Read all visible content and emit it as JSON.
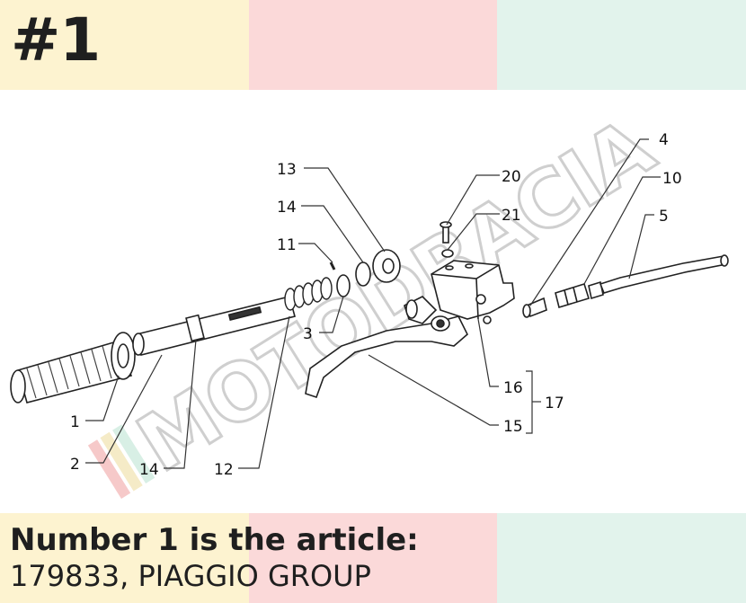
{
  "header": {
    "badge": "#1"
  },
  "colors": {
    "band_yellow": "#fdf3d0",
    "band_pink": "#fbd9d9",
    "band_mint": "#e2f3ec",
    "ink": "#1f1f1f",
    "watermark": "#d8d8d8"
  },
  "diagram": {
    "watermark": "MOTODRACIA",
    "callouts": {
      "c1": "1",
      "c2": "2",
      "c3": "3",
      "c4": "4",
      "c5": "5",
      "c10": "10",
      "c11": "11",
      "c12": "12",
      "c13": "13",
      "c14a": "14",
      "c14b": "14",
      "c15": "15",
      "c16": "16",
      "c17": "17",
      "c20": "20",
      "c21": "21"
    }
  },
  "caption": {
    "line1": "Number 1 is the article:",
    "line2": "179833, PIAGGIO GROUP"
  }
}
